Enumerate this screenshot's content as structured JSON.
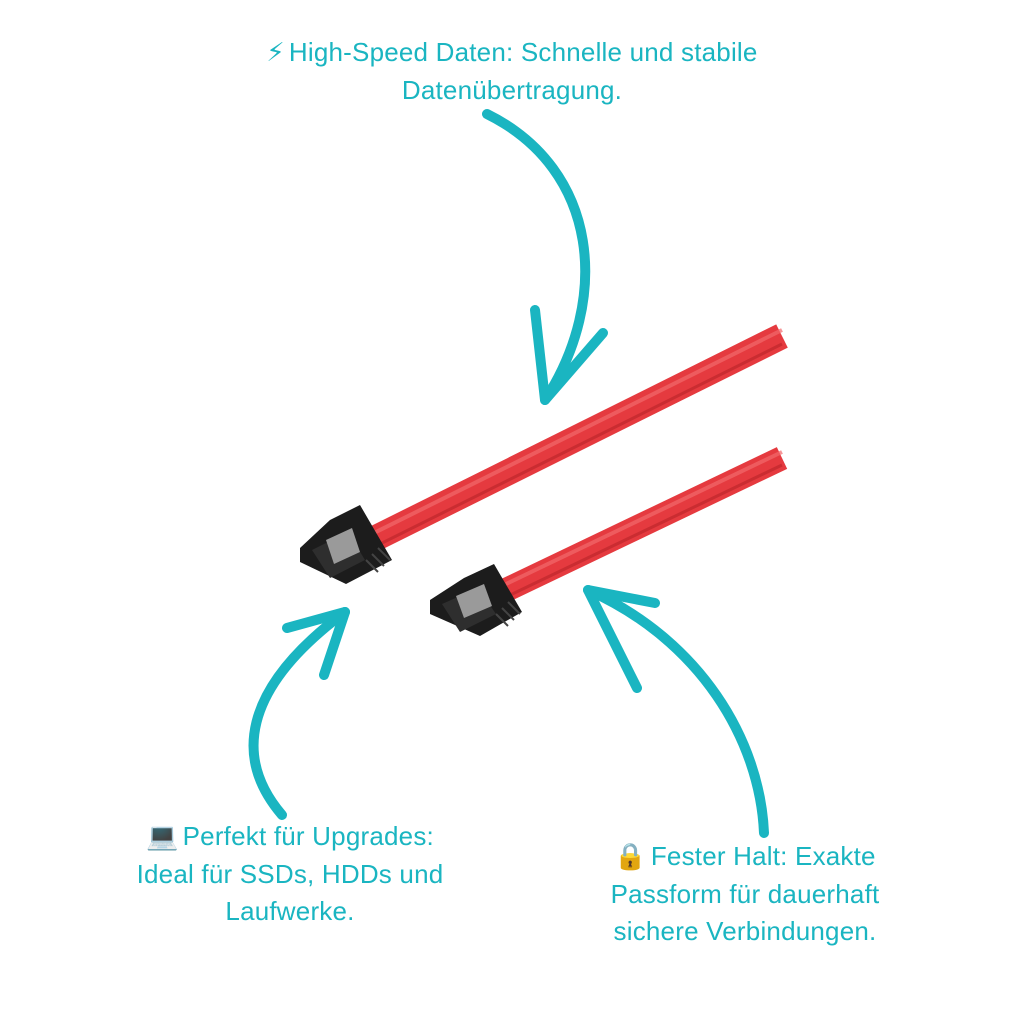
{
  "captions": {
    "top": {
      "icon": "lightning-bolt-icon",
      "icon_glyph": "⚡",
      "line1": "High-Speed Daten: Schnelle und stabile",
      "line2": "Datenübertragung."
    },
    "left": {
      "icon": "laptop-icon",
      "icon_glyph": "💻",
      "line1": "Perfekt für Upgrades:",
      "line2": "Ideal für SSDs, HDDs und",
      "line3": "Laufwerke."
    },
    "right": {
      "icon": "lock-icon",
      "icon_glyph": "🔒",
      "line1": "Fester Halt: Exakte",
      "line2": "Passform für dauerhaft",
      "line3": "sichere Verbindungen."
    }
  },
  "colors": {
    "accent": "#1ab5c1",
    "cable": "#e53a3f",
    "connector": "#1c1c1c",
    "background": "#ffffff"
  }
}
